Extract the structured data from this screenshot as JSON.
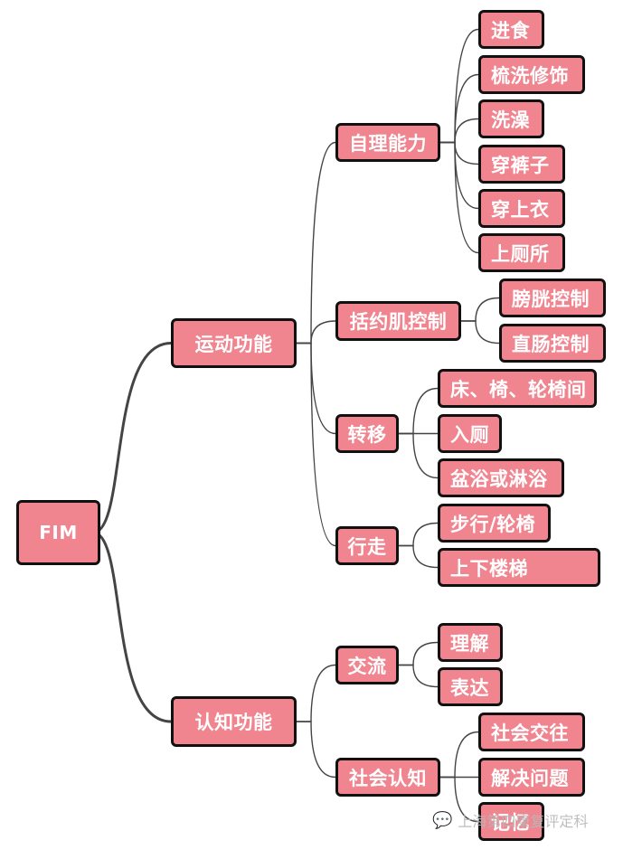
{
  "diagram": {
    "type": "mind-map",
    "colors": {
      "node_fill": "#f08590",
      "node_border": "#111111",
      "node_text": "#ffffff",
      "link": "#444444",
      "watermark": "#b8b8b8"
    },
    "root": {
      "label": "FIM",
      "children": [
        {
          "label": "运动功能",
          "children": [
            {
              "label": "自理能力",
              "children": [
                {
                  "label": "进食"
                },
                {
                  "label": "梳洗修饰"
                },
                {
                  "label": "洗澡"
                },
                {
                  "label": "穿裤子"
                },
                {
                  "label": "穿上衣"
                },
                {
                  "label": "上厕所"
                }
              ]
            },
            {
              "label": "括约肌控制",
              "children": [
                {
                  "label": "膀胱控制"
                },
                {
                  "label": "直肠控制"
                }
              ]
            },
            {
              "label": "转移",
              "children": [
                {
                  "label": "床、椅、轮椅间"
                },
                {
                  "label": "入厕"
                },
                {
                  "label": "盆浴或淋浴"
                }
              ]
            },
            {
              "label": "行走",
              "children": [
                {
                  "label": "步行/轮椅"
                },
                {
                  "label": "上下楼梯"
                }
              ]
            }
          ]
        },
        {
          "label": "认知功能",
          "children": [
            {
              "label": "交流",
              "children": [
                {
                  "label": "理解"
                },
                {
                  "label": "表达"
                }
              ]
            },
            {
              "label": "社会认知",
              "children": [
                {
                  "label": "社会交往"
                },
                {
                  "label": "解决问题"
                },
                {
                  "label": "记忆"
                }
              ]
            }
          ]
        }
      ]
    },
    "watermark": {
      "icon": "wechat-icon",
      "text": "上海第四康复评定科"
    }
  }
}
